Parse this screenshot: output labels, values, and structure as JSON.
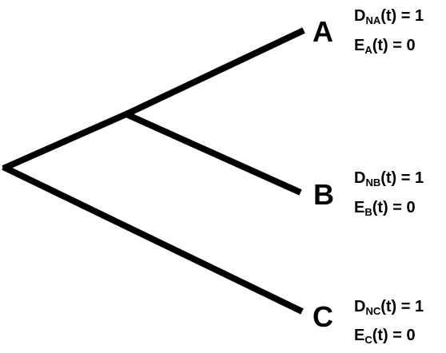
{
  "leaves": [
    {
      "id": "A",
      "label": "A",
      "d_main": "D",
      "d_sub": "NA",
      "d_rest": "(t) = 1",
      "e_main": "E",
      "e_sub": "A",
      "e_rest": "(t) = 0"
    },
    {
      "id": "B",
      "label": "B",
      "d_main": "D",
      "d_sub": "NB",
      "d_rest": "(t) = 1",
      "e_main": "E",
      "e_sub": "B",
      "e_rest": "(t) = 0"
    },
    {
      "id": "C",
      "label": "C",
      "d_main": "D",
      "d_sub": "NC",
      "d_rest": "(t) = 1",
      "e_main": "E",
      "e_sub": "C",
      "e_rest": "(t) = 0"
    }
  ],
  "colors": {
    "line": "#000000",
    "text": "#000000",
    "background": "#ffffff"
  }
}
